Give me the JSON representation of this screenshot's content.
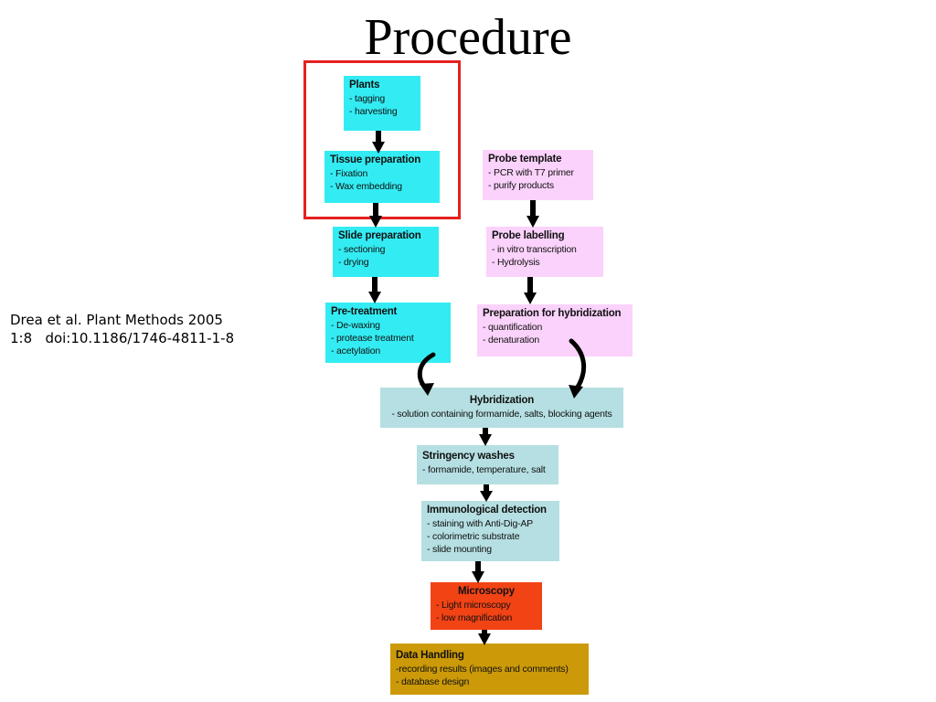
{
  "title": "Procedure",
  "citation": {
    "line1": "Drea et al. Plant Methods 2005",
    "line2": "1:8   doi:10.1186/1746-4811-1-8"
  },
  "colors": {
    "plant_steps": "#33ecf3",
    "probe_steps": "#fbd2fb",
    "hybridization_steps": "#b5dfe2",
    "microscopy": "#f24315",
    "data_handling": "#cc9a08",
    "highlight_frame": "#e62020"
  },
  "boxes": {
    "plants": {
      "heading": "Plants",
      "lines": [
        "- tagging",
        "- harvesting"
      ]
    },
    "tissue": {
      "heading": "Tissue preparation",
      "lines": [
        "- Fixation",
        "- Wax embedding"
      ]
    },
    "slide": {
      "heading": "Slide preparation",
      "lines": [
        "- sectioning",
        "- drying"
      ]
    },
    "pretreat": {
      "heading": "Pre-treatment",
      "lines": [
        "- De-waxing",
        "- protease treatment",
        "- acetylation"
      ]
    },
    "probe_template": {
      "heading": "Probe template",
      "lines": [
        "- PCR with T7 primer",
        "- purify products"
      ]
    },
    "probe_label": {
      "heading": "Probe labelling",
      "lines": [
        "- in vitro transcription",
        "- Hydrolysis"
      ]
    },
    "prep_hyb": {
      "heading": "Preparation for hybridization",
      "lines": [
        "- quantification",
        "- denaturation"
      ]
    },
    "hyb": {
      "heading": "Hybridization",
      "lines": [
        "- solution containing formamide, salts, blocking agents"
      ]
    },
    "wash": {
      "heading": "Stringency washes",
      "lines": [
        "- formamide, temperature, salt"
      ]
    },
    "immuno": {
      "heading": "Immunological detection",
      "lines": [
        "- staining with Anti-Dig-AP",
        "- colorimetric substrate",
        "- slide mounting"
      ]
    },
    "micro": {
      "heading": "Microscopy",
      "lines": [
        "- Light microscopy",
        "- low magnification"
      ]
    },
    "data": {
      "heading": "Data Handling",
      "lines": [
        "-recording results (images and comments)",
        "- database design"
      ]
    }
  }
}
